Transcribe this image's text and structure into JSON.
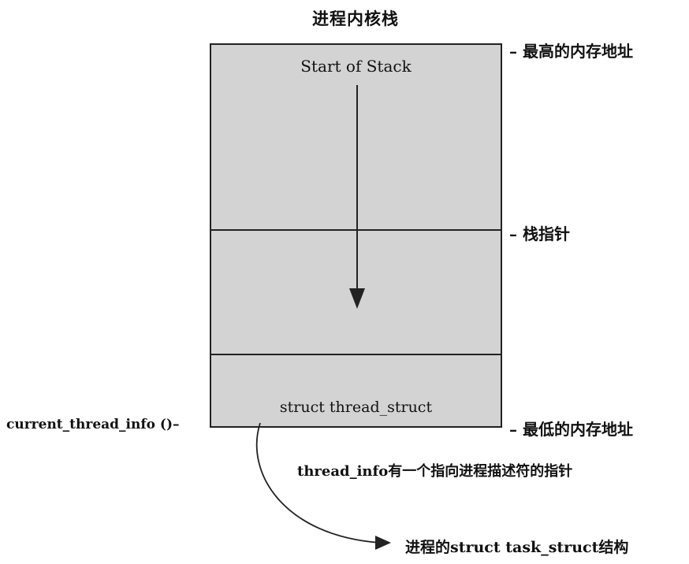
{
  "diagram": {
    "title": "进程内核栈",
    "stack": {
      "start_label": "Start of Stack",
      "thread_struct_label": "struct thread_struct"
    },
    "right_labels": {
      "highest_address": "– 最高的内存地址",
      "stack_pointer": "– 栈指针",
      "lowest_address": "– 最低的内存地址"
    },
    "left_label": "current_thread_info ()–",
    "pointer_description": "thread_info有一个指向进程描述符的指针",
    "task_struct_label": "进程的struct task_struct结构",
    "icons": {
      "growth_arrow": "arrow-down-icon",
      "pointer_arrow": "curved-arrow-icon"
    },
    "colors": {
      "stack_fill": "#d3d3d3",
      "line": "#222222"
    }
  }
}
